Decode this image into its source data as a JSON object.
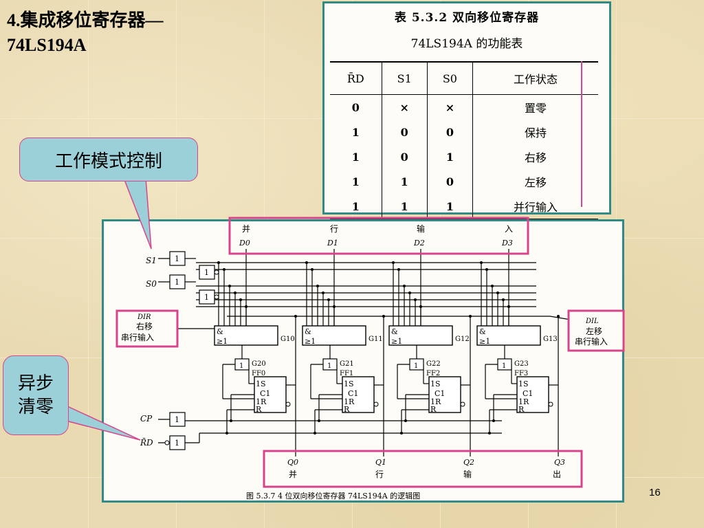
{
  "slide": {
    "title_line1": "4.集成移位寄存器—",
    "title_line2": "74LS194A",
    "page_number": "16"
  },
  "callouts": {
    "mode_control": "工作模式控制",
    "async_clear_line1": "异步",
    "async_clear_line2": "清零"
  },
  "function_table": {
    "title": "表 5.3.2   双向移位寄存器",
    "subtitle": "74LS194A 的功能表",
    "headers": [
      "R̄D",
      "S1",
      "S0",
      "工作状态"
    ],
    "rows": [
      [
        "0",
        "×",
        "×",
        "置零"
      ],
      [
        "1",
        "0",
        "0",
        "保持"
      ],
      [
        "1",
        "0",
        "1",
        "右移"
      ],
      [
        "1",
        "1",
        "0",
        "左移"
      ],
      [
        "1",
        "1",
        "1",
        "并行输入"
      ]
    ]
  },
  "circuit": {
    "parallel_input_chars": [
      "并",
      "行",
      "输",
      "入"
    ],
    "data_inputs": [
      "D0",
      "D1",
      "D2",
      "D3"
    ],
    "outputs": [
      "Q0",
      "Q1",
      "Q2",
      "Q3"
    ],
    "parallel_output_chars": [
      "并",
      "行",
      "输",
      "出"
    ],
    "gate_labels": [
      "G10",
      "G11",
      "G12",
      "G13"
    ],
    "inv_labels": [
      "G20",
      "G21",
      "G22",
      "G23"
    ],
    "ff_labels": [
      "FF0",
      "FF1",
      "FF2",
      "FF3"
    ],
    "s1": "S1",
    "s0": "S0",
    "cp": "CP",
    "rd": "R̄D",
    "dir": "DIR",
    "dil": "DIL",
    "right_shift_label": "右移",
    "left_shift_label": "左移",
    "serial_input_label": "串行输入",
    "gate_one": "1",
    "and_sym": "&",
    "ge_one": "≥1",
    "ff_pins": [
      "1S",
      "C1",
      "1R",
      "R"
    ],
    "caption": "图 5.3.7   4 位双向移位寄存器 74LS194A 的逻辑图"
  },
  "colors": {
    "highlight": "#d7448c",
    "frame": "#2e8b85",
    "callout_fill": "#9cd0d8"
  }
}
